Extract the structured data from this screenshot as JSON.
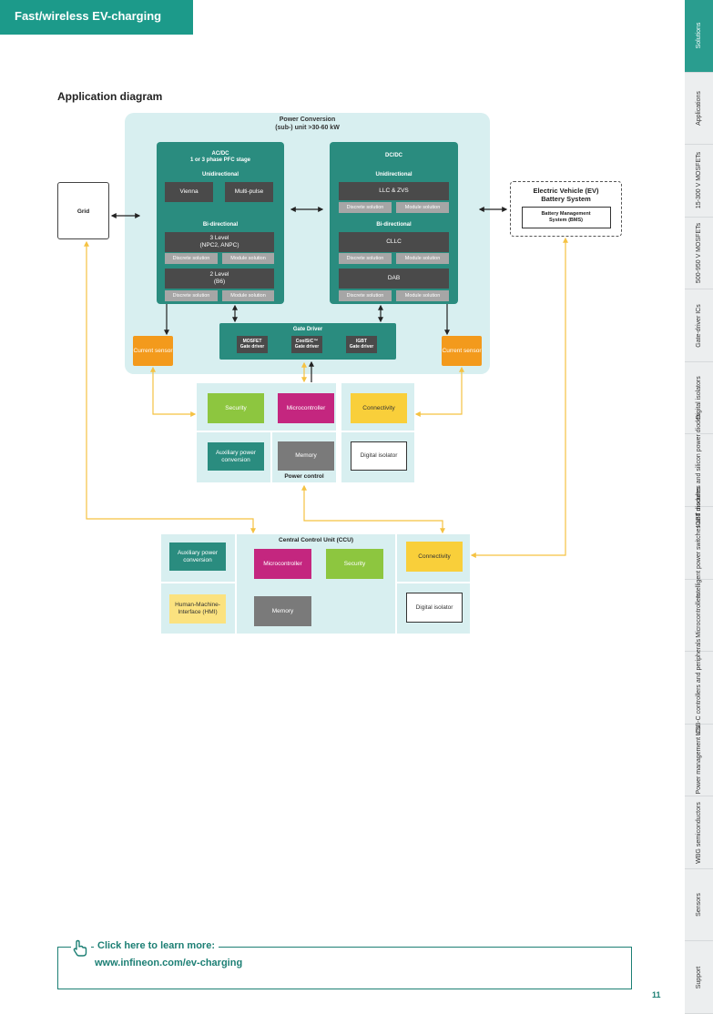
{
  "header": {
    "title": "Fast/wireless EV-charging"
  },
  "section_title": "Application diagram",
  "power_conversion": {
    "title": "Power Conversion",
    "subtitle": "(sub-) unit >30-60 kW",
    "acdc": {
      "title": "AC/DC",
      "subtitle": "1 or 3 phase PFC stage",
      "unidirectional": "Unidirectional",
      "vienna": "Vienna",
      "multipulse": "Multi-pulse",
      "bidirectional": "Bi-directional",
      "level3": "3 Level",
      "level3_sub": "(NPC2, ANPC)",
      "level2": "2 Level",
      "level2_sub": "(B6)",
      "discrete": "Discrete solution",
      "module": "Module solution"
    },
    "dcdc": {
      "title": "DC/DC",
      "unidirectional": "Unidirectional",
      "llc": "LLC & ZVS",
      "bidirectional": "Bi-directional",
      "cllc": "CLLC",
      "dab": "DAB",
      "discrete": "Discrete solution",
      "module": "Module solution"
    },
    "gate_driver": {
      "title": "Gate Driver",
      "mosfet": "MOSFET",
      "mosfet_sub": "Gate driver",
      "coolsic": "CoolSiC™",
      "coolsic_sub": "Gate driver",
      "igbt": "IGBT",
      "igbt_sub": "Gate driver"
    },
    "current_sensor": "Current sensor"
  },
  "grid": "Grid",
  "ev": {
    "title": "Electric Vehicle (EV)",
    "title2": "Battery System",
    "bms": "Battery Management",
    "bms2": "System (BMS)"
  },
  "power_control": {
    "title": "Power control",
    "security": "Security",
    "microcontroller": "Microcontroller",
    "connectivity": "Connectivity",
    "aux": "Auxiliary power conversion",
    "memory": "Memory",
    "isolator": "Digital isolator"
  },
  "ccu": {
    "title": "Central Control Unit (CCU)",
    "aux": "Auxiliary power conversion",
    "microcontroller": "Microcontroller",
    "security": "Security",
    "connectivity": "Connectivity",
    "hmi": "Human-Machine-Interface (HMI)",
    "memory": "Memory",
    "isolator": "Digital isolator"
  },
  "sidebar": {
    "items": [
      {
        "label": "Solutions",
        "active": true
      },
      {
        "label": "Applications"
      },
      {
        "label": "15-300 V MOSFETs"
      },
      {
        "label": "500-950 V MOSFETs"
      },
      {
        "label": "Gate-driver ICs"
      },
      {
        "label": "Digital isolators"
      },
      {
        "label": "IGBT discretes and silicon power diodes"
      },
      {
        "label": "Intelligent power switches and modules"
      },
      {
        "label": "Microcontrollers"
      },
      {
        "label": "USB-C controllers and peripherals"
      },
      {
        "label": "Power management ICs"
      },
      {
        "label": "WBG semiconductors"
      },
      {
        "label": "Sensors"
      },
      {
        "label": "Support"
      }
    ]
  },
  "cta": {
    "title": "Click here to learn more:",
    "url": "www.infineon.com/ev-charging"
  },
  "page_number": "11",
  "colors": {
    "teal": "#1c9a8a",
    "dark_teal": "#2a8c7f",
    "light_teal_panel": "#d8eff0",
    "orange": "#f39a1c",
    "arrow_yellow": "#f5c242",
    "security_green": "#8dc63f",
    "microcontroller_magenta": "#c4267f",
    "connectivity_yellow": "#f9cf3a"
  }
}
